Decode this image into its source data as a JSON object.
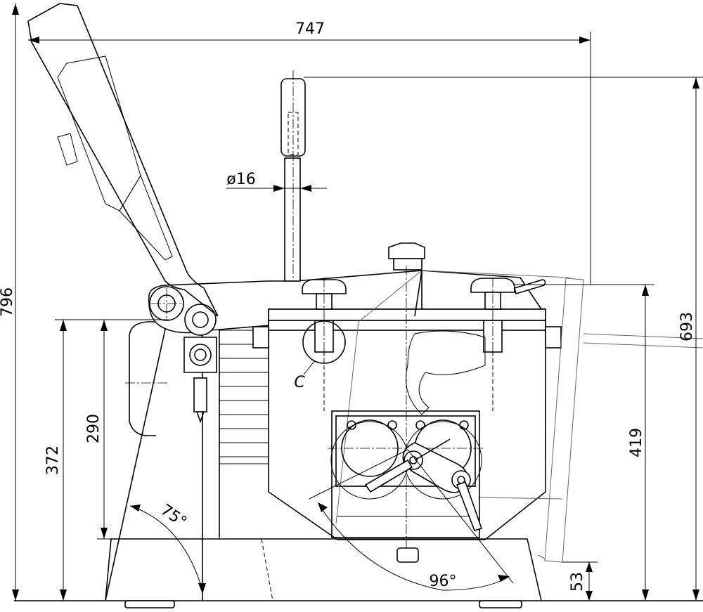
{
  "drawing": {
    "dimensions": {
      "overall_width": "747",
      "overall_height": "796",
      "handle_height": "693",
      "rod_diameter": "ø16",
      "height_left_outer": "372",
      "height_left_inner": "290",
      "height_right": "419",
      "base_height": "53",
      "tilt_angle": "75°",
      "swing_angle": "96°"
    },
    "detail_label": "C"
  }
}
